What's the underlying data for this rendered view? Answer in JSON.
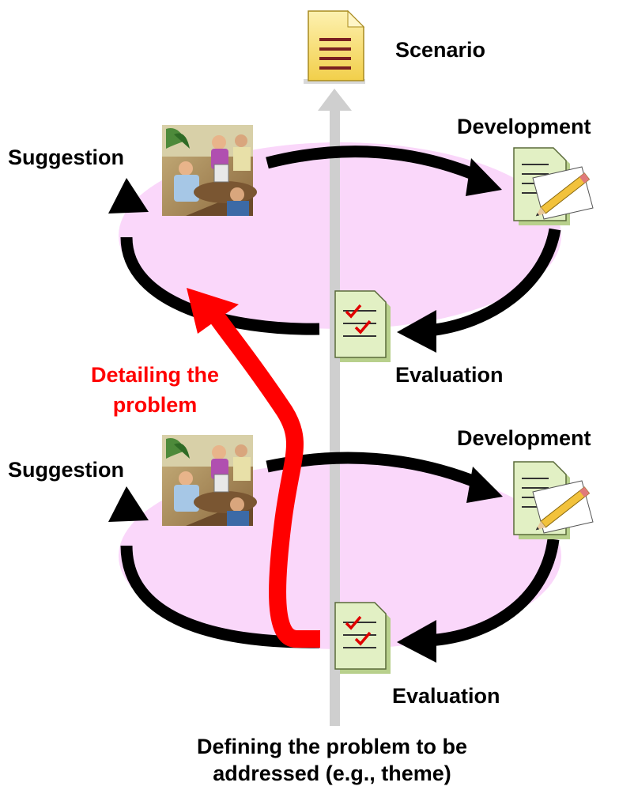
{
  "labels": {
    "scenario": "Scenario",
    "upper": {
      "suggestion": "Suggestion",
      "development": "Development",
      "evaluation": "Evaluation"
    },
    "lower": {
      "suggestion": "Suggestion",
      "development": "Development",
      "evaluation": "Evaluation"
    },
    "detailing_line1": "Detailing the",
    "detailing_line2": "problem",
    "bottom_line1": "Defining the problem to be",
    "bottom_line2": "addressed (e.g., theme)"
  },
  "colors": {
    "ellipse_fill": "#fad7fa",
    "cycle_arrow": "#000000",
    "detail_arrow": "#ff0000",
    "axis_arrow": "#cfcfcf",
    "doc_fill": "#e2f0c4",
    "scenario_doc": "#f9e27a"
  },
  "icons": [
    "scenario-document-icon",
    "meeting-people-icon",
    "document-pencil-icon",
    "checklist-document-icon"
  ]
}
